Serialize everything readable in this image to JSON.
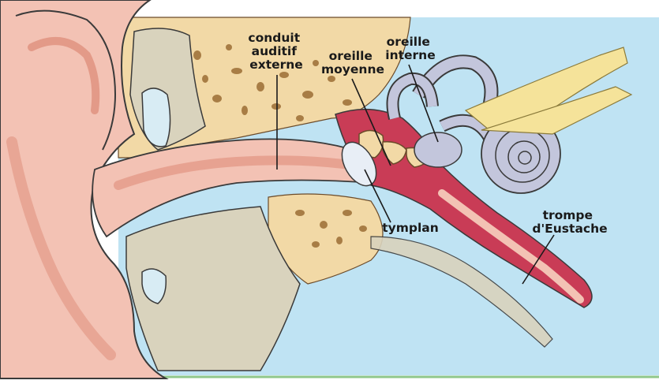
{
  "labels": {
    "canal": [
      "conduit",
      "auditif",
      "externe"
    ],
    "middle_ear": [
      "oreille",
      "moyenne"
    ],
    "inner_ear": [
      "oreille",
      "interne"
    ],
    "eardrum": "tymplan",
    "eustachian": [
      "trompe",
      "d'Eustache"
    ]
  },
  "colors": {
    "background_fluid": "#bfe3f3",
    "skin": "#f3c2b4",
    "skin_shadow": "#e39a88",
    "bone": "#f2d9a6",
    "cartilage": "#d9d3bd",
    "cavity": "#c93c56",
    "labyrinth": "#c3c6dc",
    "nerve": "#f5e39a",
    "frame_bottom": "#8fc78a"
  }
}
